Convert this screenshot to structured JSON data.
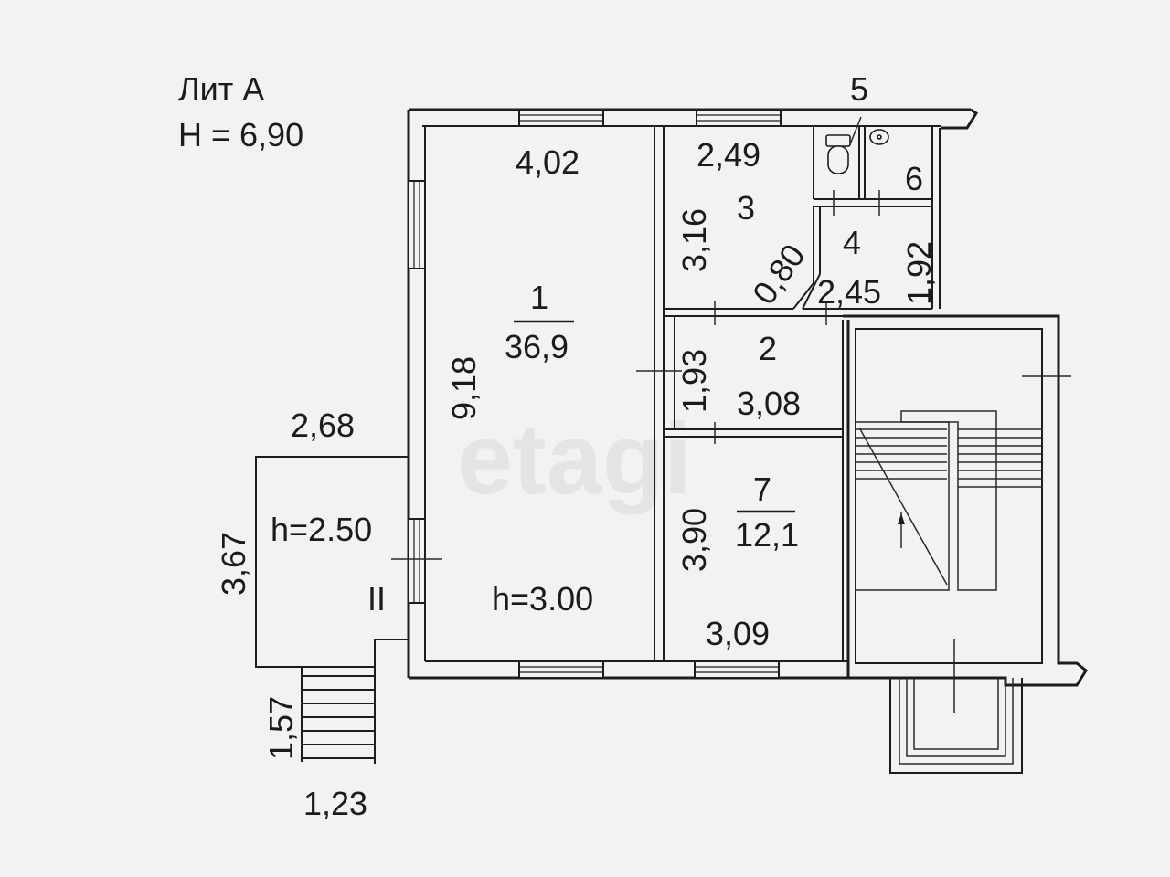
{
  "header": {
    "lit": "Лит А",
    "height": "H = 6,90"
  },
  "watermark": "etagi",
  "rooms": {
    "room1": {
      "number": "1",
      "area": "36,9",
      "ceiling": "h=3.00",
      "width": "4,02",
      "length": "9,18"
    },
    "room2": {
      "number": "2",
      "width": "3,08",
      "depth": "1,93"
    },
    "room3": {
      "number": "3",
      "width": "2,49",
      "depth": "3,16",
      "diag": "0,80"
    },
    "room4": {
      "number": "4",
      "width": "2,45",
      "depth": "1,92"
    },
    "room5": {
      "number": "5"
    },
    "room6": {
      "number": "6"
    },
    "room7": {
      "number": "7",
      "area": "12,1",
      "depth": "3,90",
      "width": "3,09"
    }
  },
  "annex": {
    "width": "2,68",
    "depth": "3,67",
    "ceiling": "h=2.50",
    "label": "II"
  },
  "steps": {
    "length": "1,57",
    "width": "1,23"
  }
}
